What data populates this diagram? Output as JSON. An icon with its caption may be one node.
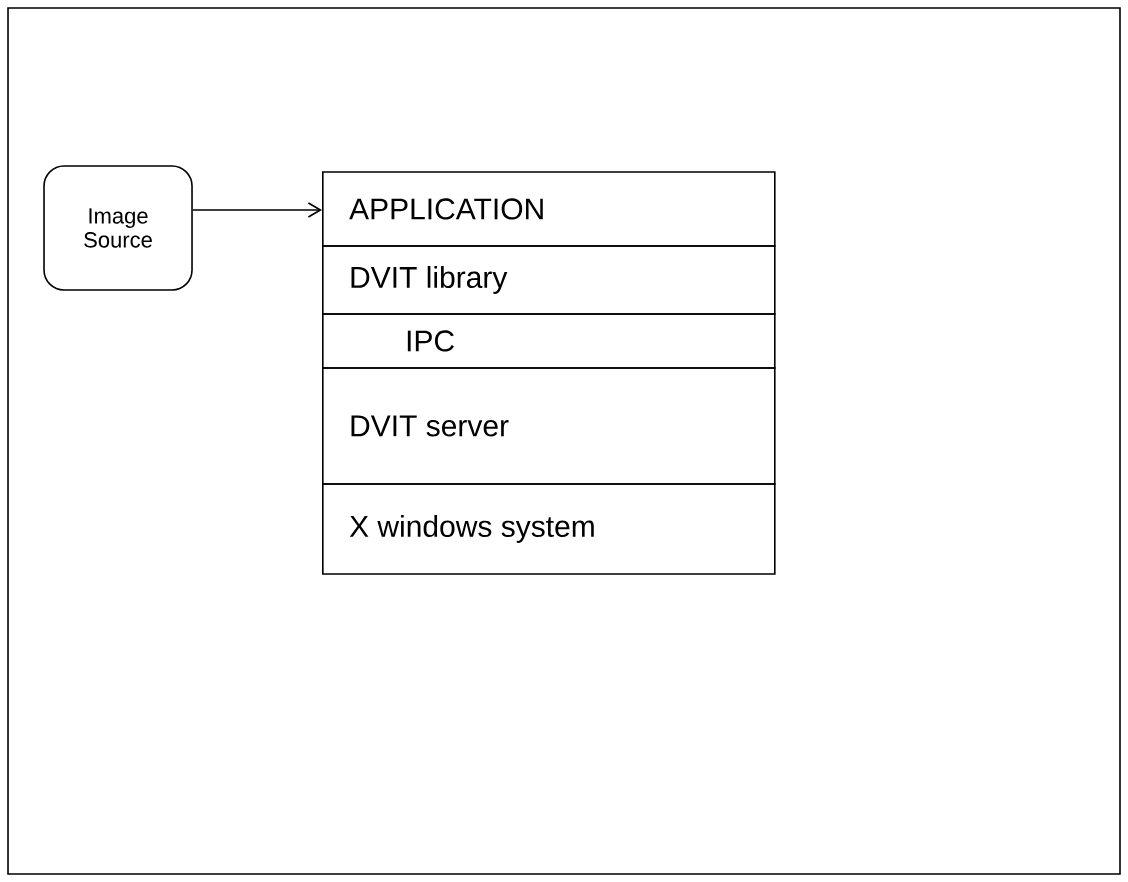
{
  "diagram": {
    "nodes": [
      {
        "text": [
          "Image Source"
        ]
      },
      {
        "text": [
          "APPLICATION"
        ]
      },
      {
        "text": [
          "DVIT library"
        ]
      },
      {
        "text": [
          "IPC"
        ]
      },
      {
        "text": [
          "DVIT server"
        ]
      },
      {
        "text": [
          "X windows system"
        ]
      }
    ],
    "edges": [
      {
        "from": 0,
        "to": 1,
        "arrow": "to"
      }
    ]
  }
}
